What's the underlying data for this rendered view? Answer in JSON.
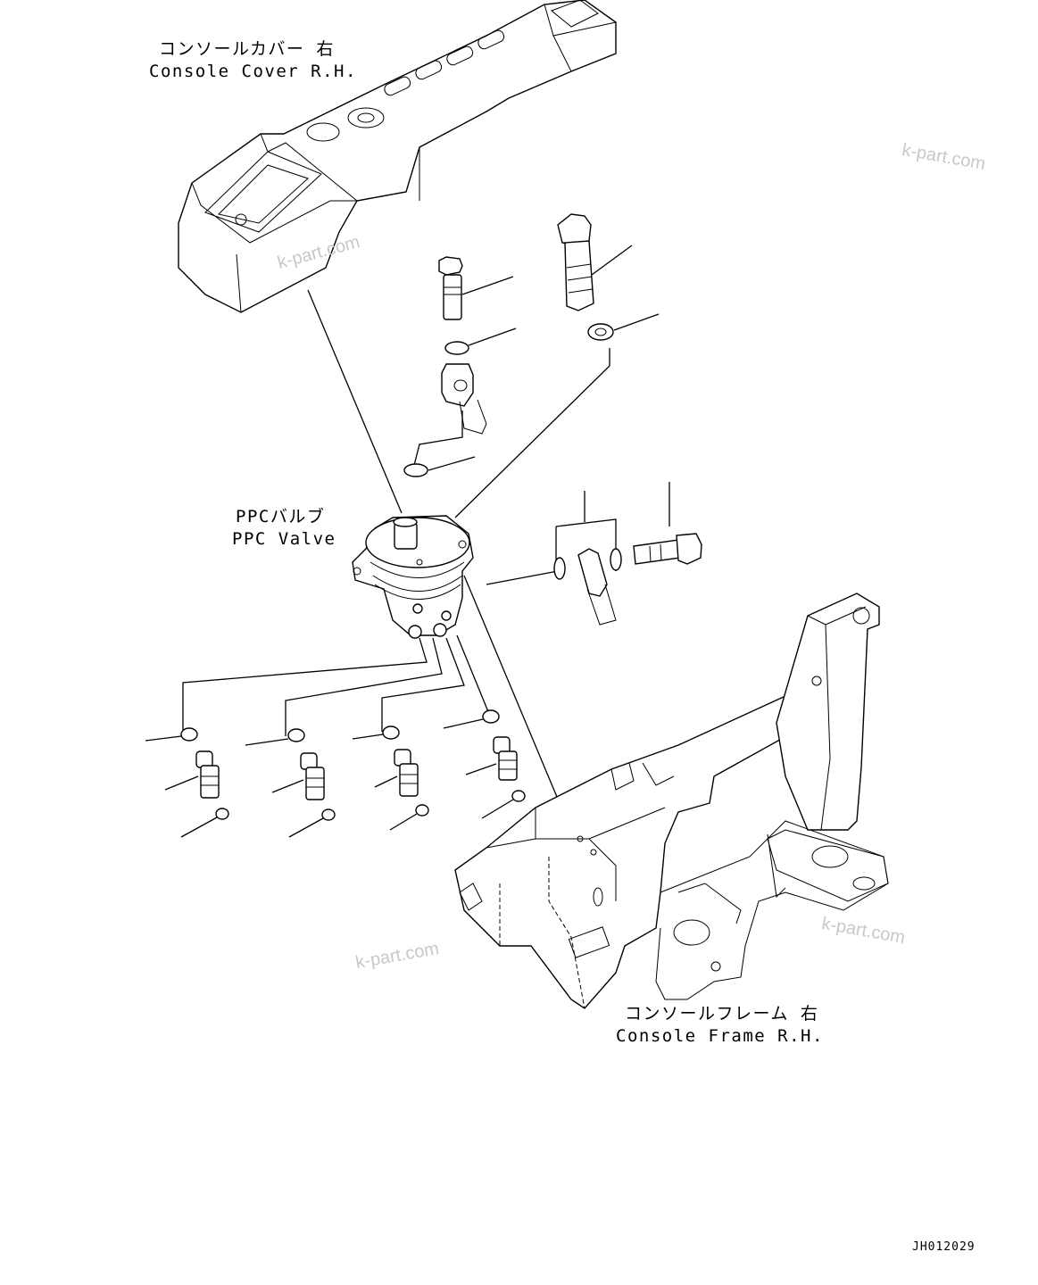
{
  "labels": {
    "console_cover_jp": "コンソールカバー 右",
    "console_cover_en": "Console Cover R.H.",
    "ppc_valve_jp": "PPCバルブ",
    "ppc_valve_en": "PPC Valve",
    "console_frame_jp": "コンソールフレーム 右",
    "console_frame_en": "Console Frame R.H."
  },
  "watermarks": [
    "k-part.com",
    "k-part.com",
    "k-part.com",
    "k-part.com"
  ],
  "drawing_code": "JH012029"
}
